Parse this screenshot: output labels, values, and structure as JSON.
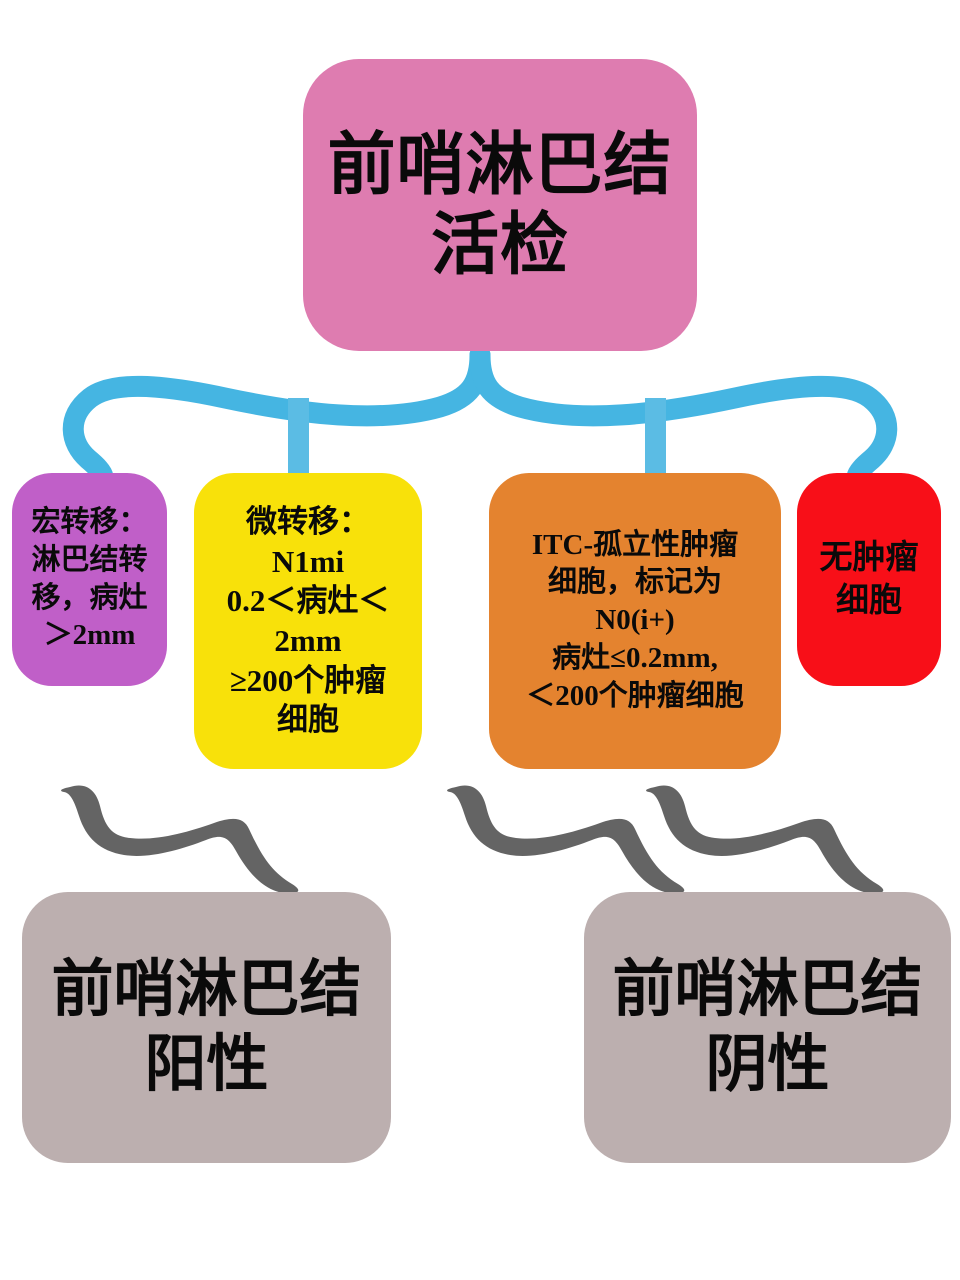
{
  "diagram": {
    "title": "前哨淋巴结活检",
    "type": "flowchart",
    "colors": {
      "root": "#DE7CB0",
      "macro": "#C05FC8",
      "micro": "#F8E10A",
      "itc": "#E4832F",
      "no_tumor": "#F80F18",
      "outcome": "#BCAFAF",
      "connector_top": "#45B5E2",
      "connector_bottom": "#646464",
      "text": "#0A0A0A",
      "background": "#FFFFFF"
    }
  },
  "root": {
    "label": "前哨淋巴结\n活检"
  },
  "branches": [
    {
      "id": "macro",
      "label": "宏转移：\n淋巴结转\n移，病灶\n＞2mm",
      "color": "#C05FC8"
    },
    {
      "id": "micro",
      "label": "微转移：\nN1mi\n0.2＜病灶＜\n2mm\n≥200个肿瘤\n细胞",
      "color": "#F8E10A"
    },
    {
      "id": "itc",
      "label": "ITC-孤立性肿瘤\n细胞，标记为\nN0(i+)\n病灶≤0.2mm,\n＜200个肿瘤细胞",
      "color": "#E4832F"
    },
    {
      "id": "no_tumor",
      "label": "无肿瘤\n细胞",
      "color": "#F80F18"
    }
  ],
  "outcomes": [
    {
      "id": "positive",
      "label": "前哨淋巴结\n阳性",
      "color": "#BCAFAF"
    },
    {
      "id": "negative",
      "label": "前哨淋巴结\n阴性",
      "color": "#BCAFAF"
    }
  ],
  "connectors": {
    "top_brace": "blue-curly-brace-connector",
    "left_bottom_brace": "gray-curly-brace-connector",
    "right_bottom_brace": "gray-curly-brace-connector"
  }
}
